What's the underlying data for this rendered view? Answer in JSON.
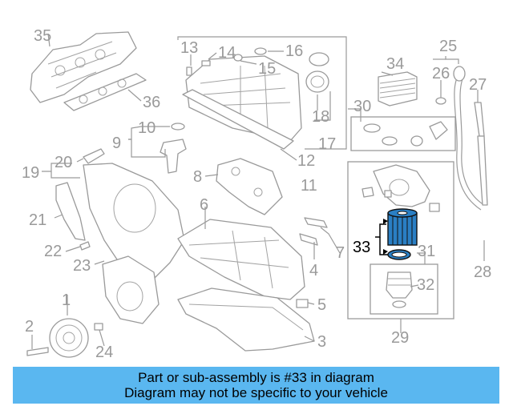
{
  "diagram": {
    "callouts": [
      "35",
      "36",
      "13",
      "14",
      "15",
      "16",
      "18",
      "17",
      "12",
      "11",
      "34",
      "30",
      "25",
      "26",
      "27",
      "10",
      "9",
      "8",
      "20",
      "19",
      "21",
      "22",
      "23",
      "6",
      "33",
      "31",
      "32",
      "29",
      "7",
      "4",
      "5",
      "3",
      "28",
      "2",
      "1",
      "24"
    ],
    "highlighted_callout": "33"
  },
  "banner": {
    "line1": "Part or sub-assembly is #33 in diagram",
    "line2": "Diagram may not be specific to your vehicle"
  }
}
